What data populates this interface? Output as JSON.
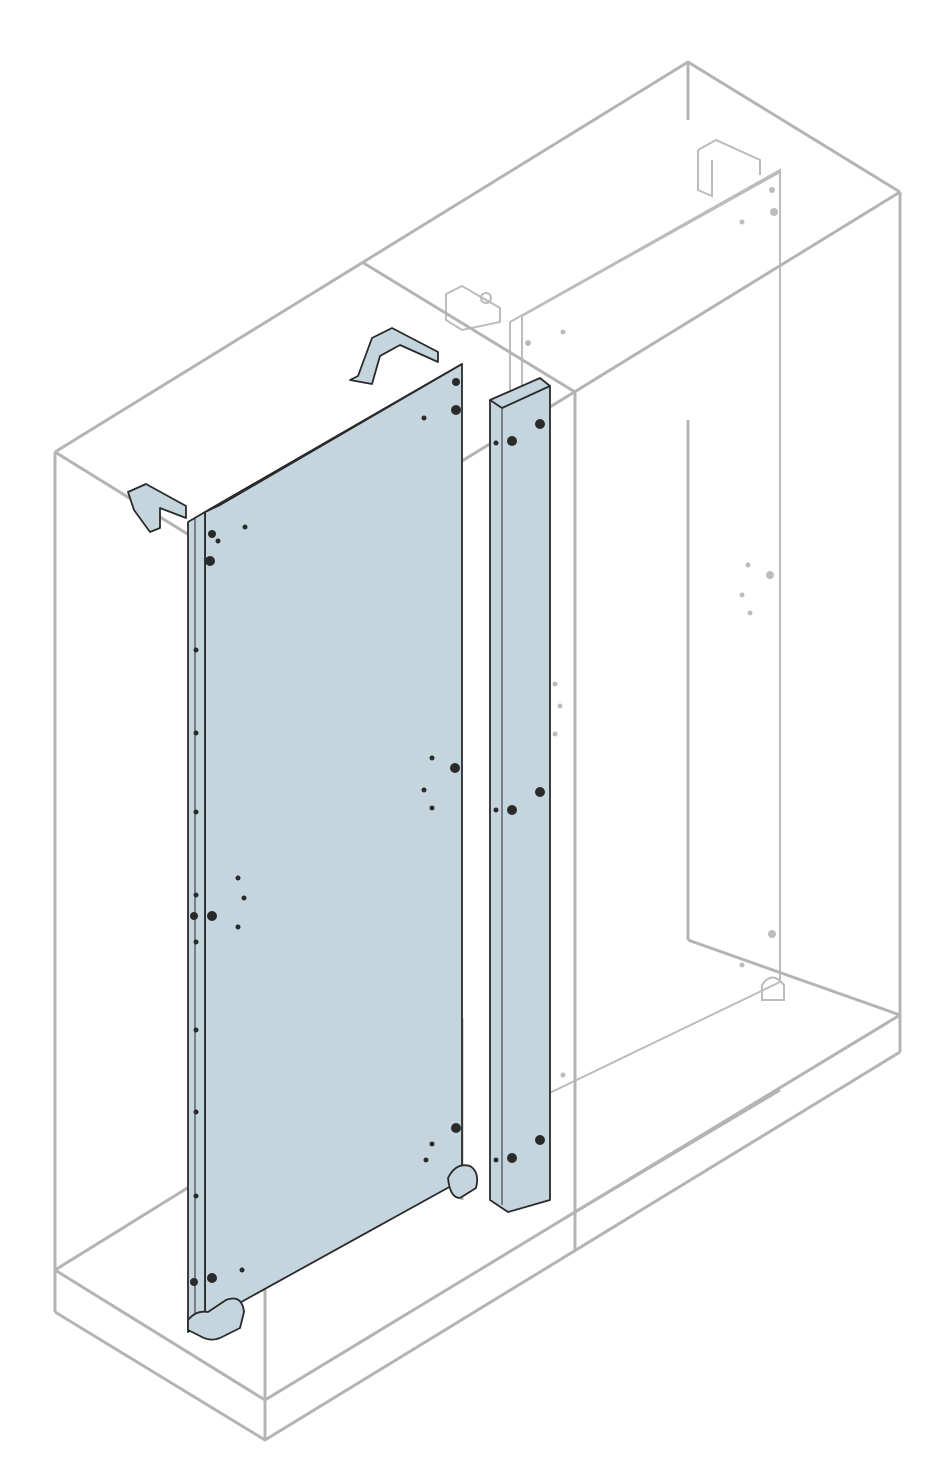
{
  "colors": {
    "background": "#ffffff",
    "cabinet_outline": "#b4b4b4",
    "panel_fill": "#c5d5de",
    "panel_outline": "#2a2a2a",
    "rear_panel_outline": "#bcbcbc"
  },
  "parts": {
    "cabinet": "enclosure-frame",
    "left_panel": "mounting-plate",
    "center_profile": "vertical-profile",
    "rear_panel": "rear-mounting-plate"
  }
}
